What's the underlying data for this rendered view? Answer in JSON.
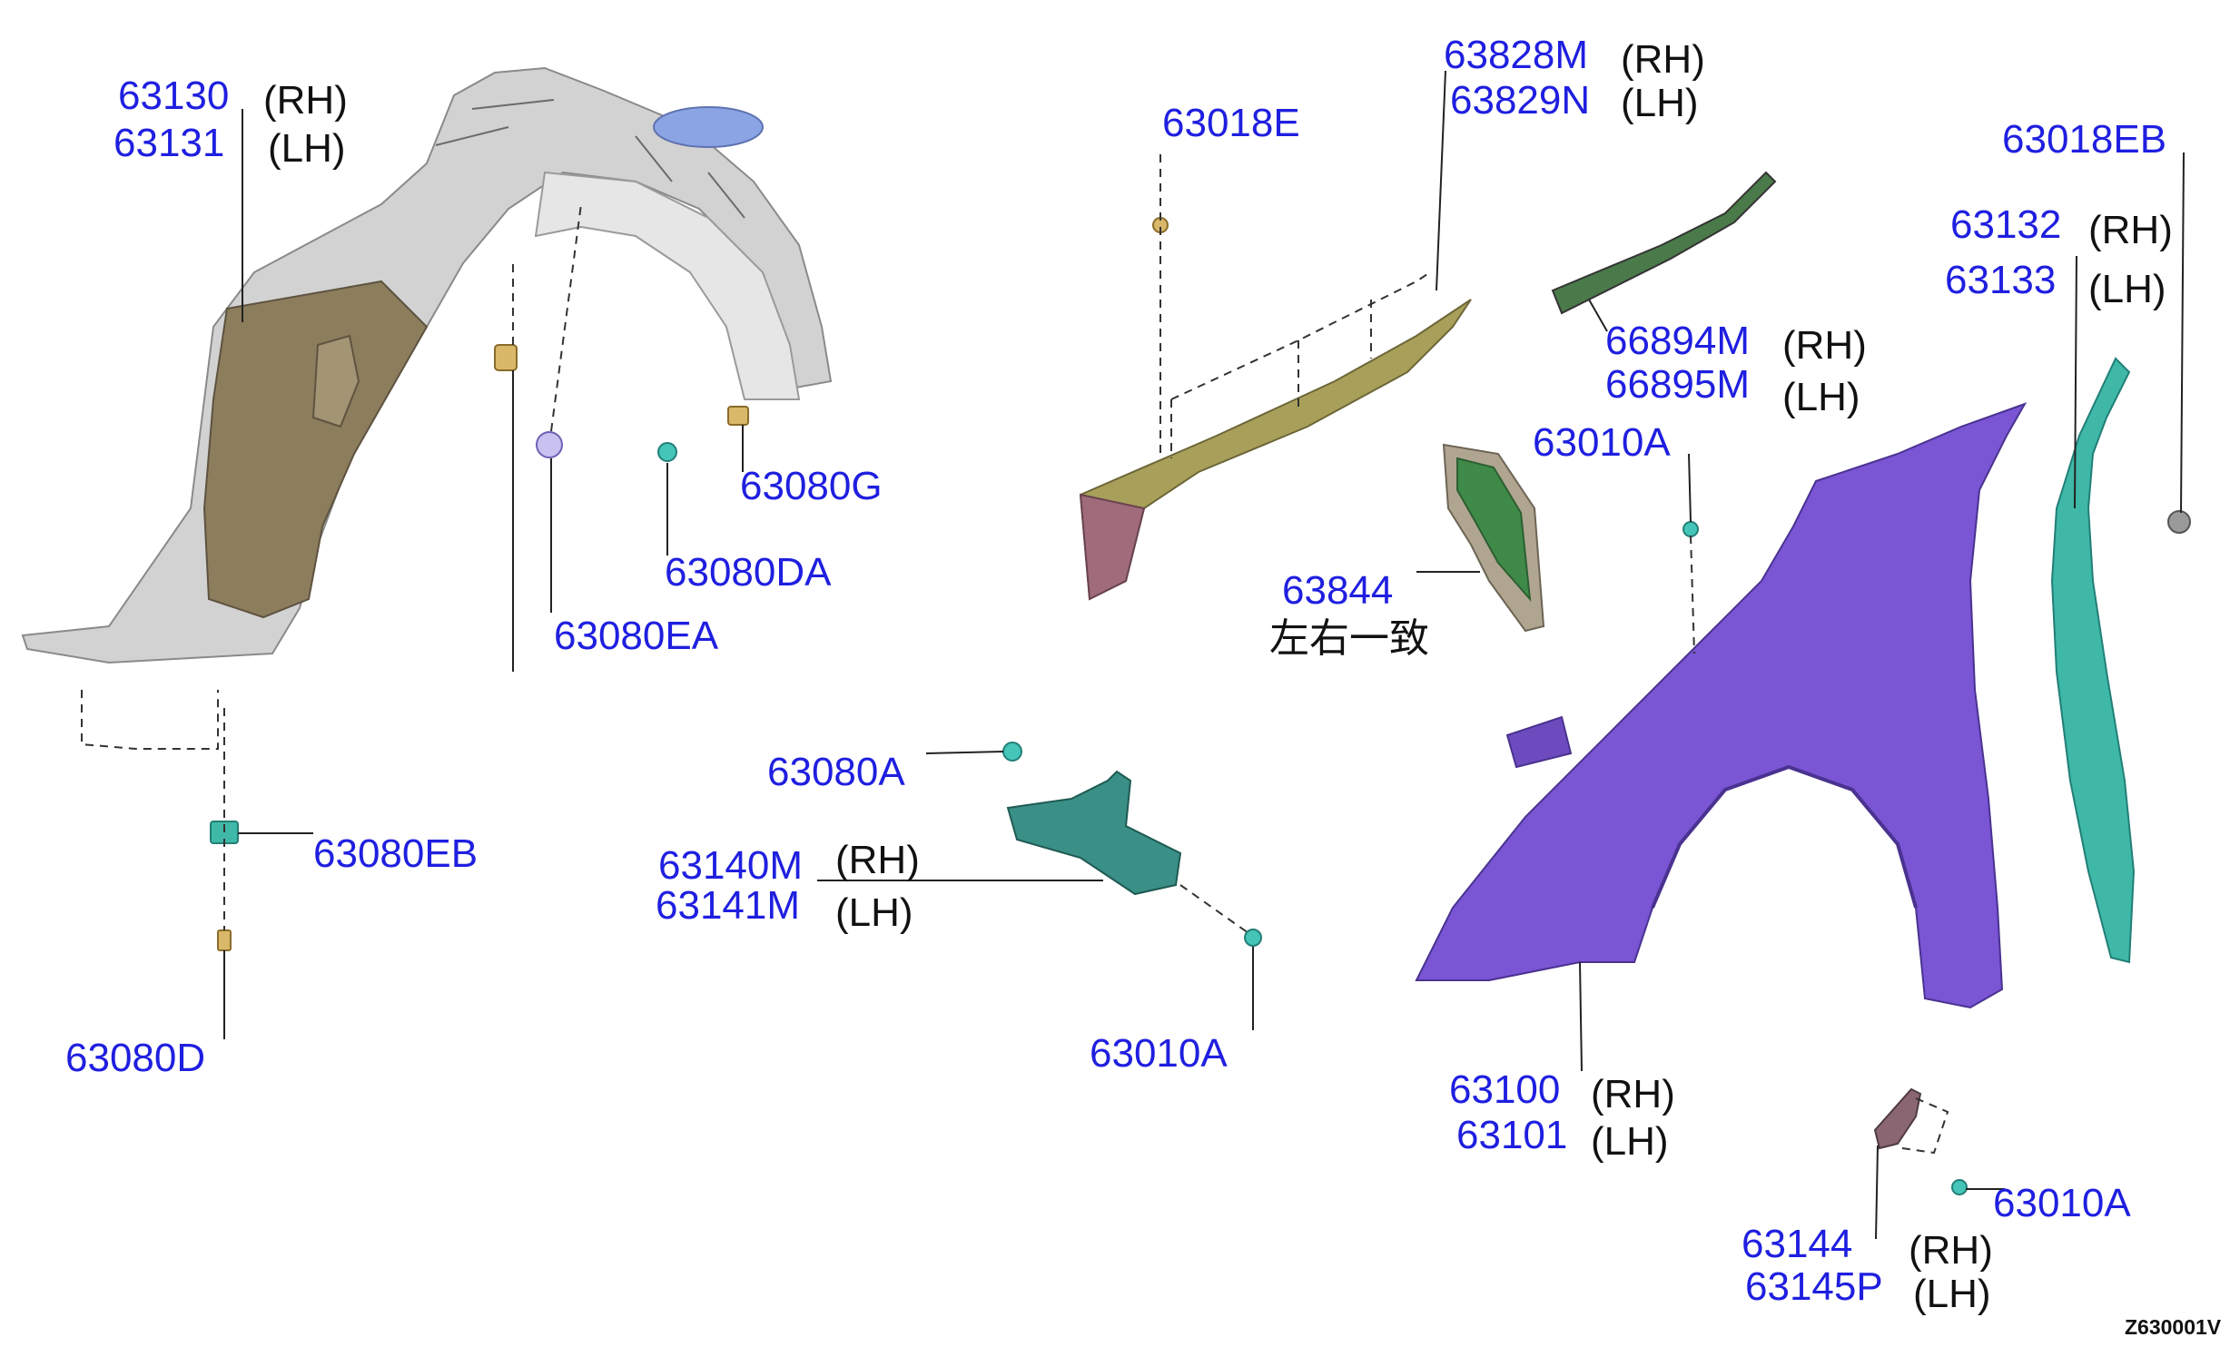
{
  "diagram_code": "Z630001V",
  "side_note_rh": "(RH)",
  "side_note_lh": "(LH)",
  "same_lr": "左右一致",
  "parts": {
    "p63130": "63130",
    "p63131": "63131",
    "p63828M": "63828M",
    "p63829N": "63829N",
    "p63018E": "63018E",
    "p63018EB": "63018EB",
    "p63132": "63132",
    "p63133": "63133",
    "p66894M": "66894M",
    "p66895M": "66895M",
    "p63010A_top": "63010A",
    "p63080G": "63080G",
    "p63080DA": "63080DA",
    "p63080EA": "63080EA",
    "p63844": "63844",
    "p63080A": "63080A",
    "p63140M": "63140M",
    "p63141M": "63141M",
    "p63080EB": "63080EB",
    "p63080D": "63080D",
    "p63010A_mid": "63010A",
    "p63100": "63100",
    "p63101": "63101",
    "p63010A_bot": "63010A",
    "p63144": "63144",
    "p63145P": "63145P"
  },
  "colors": {
    "part_number": "#1f1fe0",
    "side_text": "#111111",
    "splash_shield": "#cfcfcf",
    "shield_pad": "#8c7d5c",
    "fender": "#7a55d4",
    "cowl_trim": "#a8a05a",
    "seal": "#3fb8a8",
    "bracket": "#3a8f86"
  }
}
